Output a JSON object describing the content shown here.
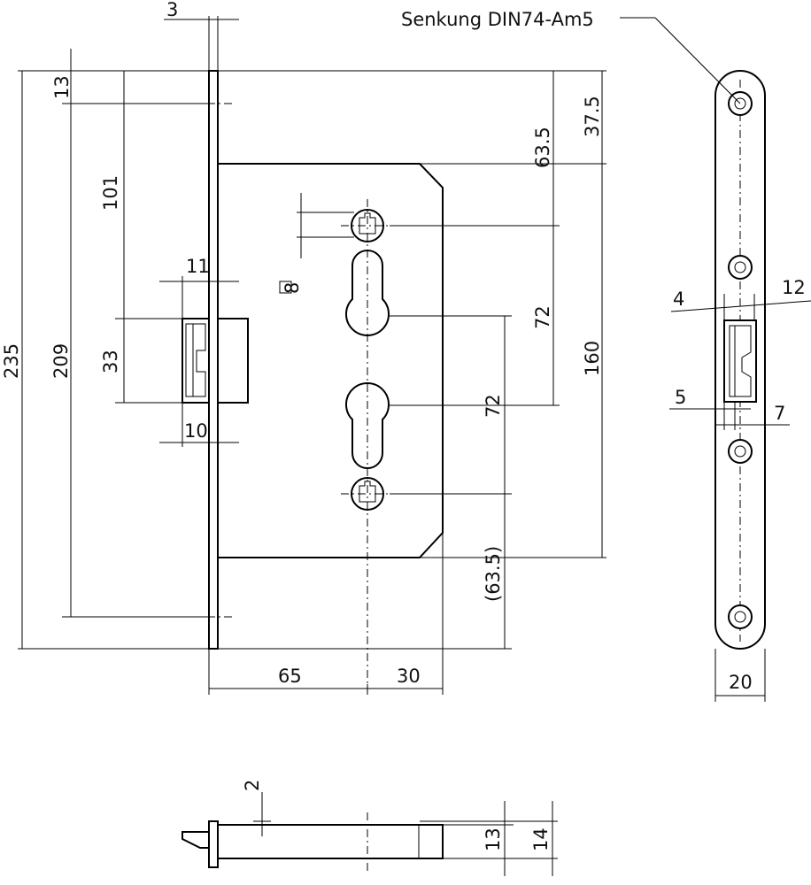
{
  "labels": {
    "countersink": "Senkung DIN74-Am5",
    "square": "8"
  },
  "dims": {
    "faceplate_thickness": "3",
    "top_to_screw": "13",
    "screw_to_latch": "101",
    "total_height": "235",
    "screw_to_screw": "209",
    "latch_height": "33",
    "latch_width_top": "11",
    "latch_width_bottom": "10",
    "top_to_follower": "63.5",
    "top_to_case": "37.5",
    "follower_to_cylinder": "72",
    "cylinder_to_lower": "72",
    "case_height": "160",
    "lower_to_bottom": "(63.5)",
    "backset": "65",
    "case_depth_rest": "30",
    "plate_width": "20",
    "side_4": "4",
    "side_12": "12",
    "side_5": "5",
    "side_7": "7",
    "bottom_2": "2",
    "bottom_13": "13",
    "bottom_14": "14"
  }
}
